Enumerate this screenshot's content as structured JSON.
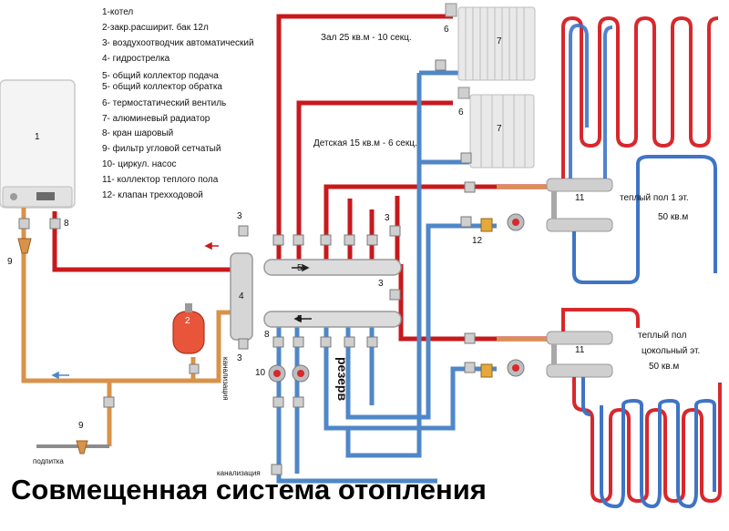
{
  "legend": {
    "items": [
      "1-котел",
      "2-закр.расширит. бак  12л",
      "3- воздухоотводчик автоматический",
      "4- гидрострелка",
      "5- общий коллектор подача",
      "5- общий коллектор обратка",
      "6- термостатический вентиль",
      "7- алюминевый радиатор",
      "8- кран шаровый",
      "9- фильтр угловой сетчатый",
      "10- циркул. насос",
      "11- коллектор теплого пола",
      "12- клапан трехходовой"
    ]
  },
  "rooms": {
    "hall": "Зал 25 кв.м - 10 секц.",
    "kids": "Детская 15 кв.м - 6 секц."
  },
  "floors": {
    "first_line1": "теплый пол 1 эт.",
    "first_line2": "50 кв.м",
    "basement_line1": "теплый пол",
    "basement_line2": "цокольный эт.",
    "basement_line3": "50 кв.м"
  },
  "labels": {
    "feed": "подпитка",
    "drain": "канализация",
    "drain_vertical": "канализация",
    "reserve": "резерв"
  },
  "markers": {
    "boiler": "1",
    "tank": "2",
    "air_vent": "3",
    "arrow": "4",
    "collector": "5",
    "valve": "6",
    "radiator": "7",
    "ball_valve": "8",
    "filter": "9",
    "pump": "10",
    "floor_collector": "11",
    "three_way": "12"
  },
  "title": "Совмещенная система отопления",
  "colors": {
    "supply": "#c8191c",
    "return": "#4f87c8",
    "gas_pipe": "#d9924a",
    "floor_supply": "#d8282d",
    "floor_return": "#3f74c6"
  }
}
